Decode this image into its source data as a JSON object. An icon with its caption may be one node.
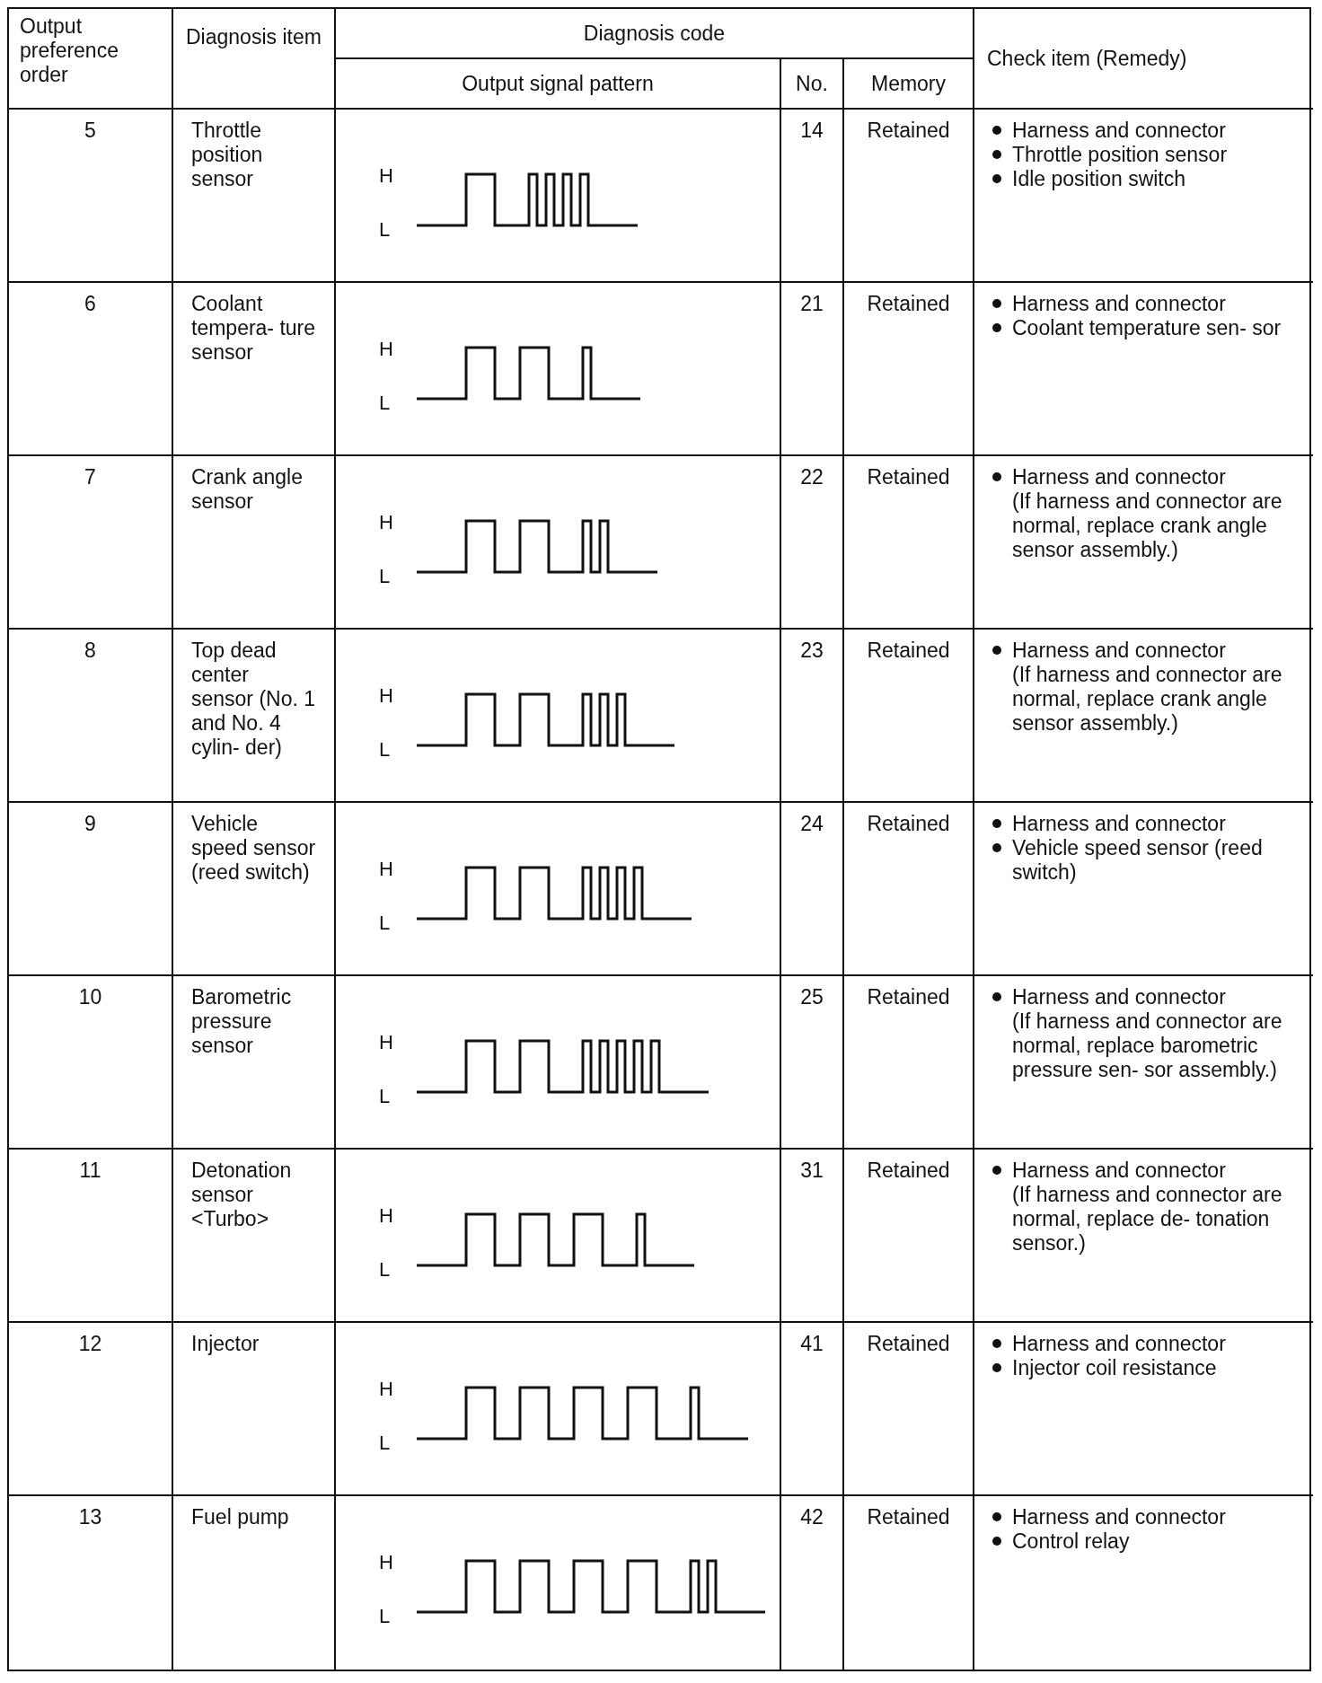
{
  "diagram": {
    "labels": [
      "Output preference order",
      "Diagnosis item",
      "Diagnosis code",
      "Check item (Remedy)",
      "Output signal pattern",
      "No.",
      "Memory",
      "5",
      "Throttle position sensor",
      "H",
      "L",
      "14",
      "Retained",
      "Harness and connector",
      "Throttle position sensor",
      "Idle position switch",
      "6",
      "Coolant tempera- ture sensor",
      "H",
      "L",
      "21",
      "Retained",
      "Harness and connector",
      "Coolant temperature sen- sor",
      "7",
      "Crank angle sensor",
      "H",
      "L",
      "22",
      "Retained",
      "Harness and connector",
      "(If harness and connector are normal, replace crank angle sensor assembly.)",
      "8",
      "Top dead center sensor (No. 1 and No. 4 cylin- der)",
      "H",
      "L",
      "23",
      "Retained",
      "Harness and connector",
      "(If harness and connector are normal, replace crank angle sensor assembly.)",
      "9",
      "Vehicle speed sensor (reed switch)",
      "H",
      "L",
      "24",
      "Retained",
      "Harness and connector",
      "Vehicle speed sensor (reed switch)",
      "10",
      "Barometric pressure sensor",
      "H",
      "L",
      "25",
      "Retained",
      "Harness and connector",
      "(If harness and connector are normal, replace barometric pressure sen- sor assembly.)",
      "11",
      "Detonation sensor <Turbo>",
      "H",
      "L",
      "31",
      "Retained",
      "Harness and connector",
      "(If harness and connector are normal, replace de- tonation sensor.)",
      "12",
      "Injector",
      "H",
      "L",
      "41",
      "Retained",
      "Harness and connector",
      "Injector coil resistance",
      "13",
      "Fuel pump",
      "H",
      "L",
      "42",
      "Retained",
      "Harness and connector",
      "Control relay"
    ]
  }
}
